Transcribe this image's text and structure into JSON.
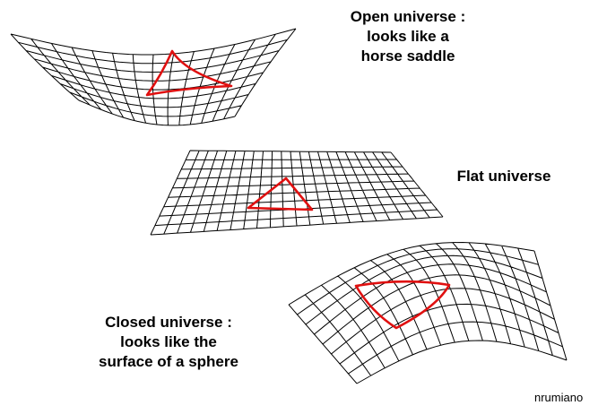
{
  "colors": {
    "grid": "#000000",
    "triangle": "#e01010",
    "background": "#ffffff"
  },
  "surfaces": [
    {
      "id": "open",
      "lines": [
        "Open universe :",
        "looks like a",
        "horse saddle"
      ]
    },
    {
      "id": "flat",
      "lines": [
        "Flat universe"
      ]
    },
    {
      "id": "closed",
      "lines": [
        "Closed universe :",
        "looks like the",
        "surface of a sphere"
      ]
    }
  ],
  "credit": "nrumiano"
}
